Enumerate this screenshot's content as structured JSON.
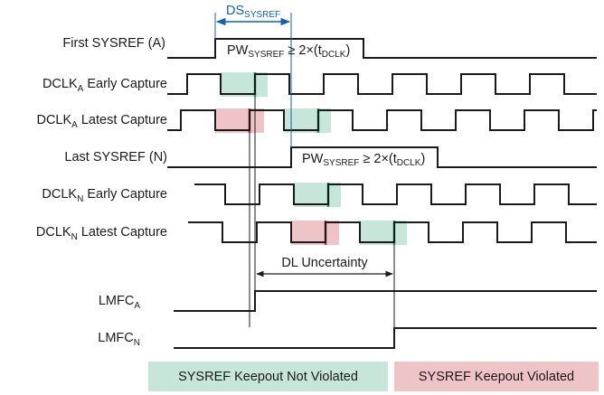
{
  "signals": [
    {
      "id": "sysref_a",
      "label": "First SYSREF (A)",
      "label_main": "First SYSREF (A)",
      "label_sub": "",
      "label_tail": ""
    },
    {
      "id": "dclka_early",
      "label": "DCLKA Early Capture",
      "label_main": "DCLK",
      "label_sub": "A",
      "label_tail": " Early Capture"
    },
    {
      "id": "dclka_latest",
      "label": "DCLKA Latest Capture",
      "label_main": "DCLK",
      "label_sub": "A",
      "label_tail": " Latest Capture"
    },
    {
      "id": "sysref_n",
      "label": "Last SYSREF (N)",
      "label_main": "Last SYSREF (N)",
      "label_sub": "",
      "label_tail": ""
    },
    {
      "id": "dclkn_early",
      "label": "DCLKN Early Capture",
      "label_main": "DCLK",
      "label_sub": "N",
      "label_tail": " Early Capture"
    },
    {
      "id": "dclkn_latest",
      "label": "DCLKN Latest Capture",
      "label_main": "DCLK",
      "label_sub": "N",
      "label_tail": " Latest Capture"
    },
    {
      "id": "lmfca",
      "label": "LMFCA",
      "label_main": "LMFC",
      "label_sub": "A",
      "label_tail": ""
    },
    {
      "id": "lmfcn",
      "label": "LMFCN",
      "label_main": "LMFC",
      "label_sub": "N",
      "label_tail": ""
    }
  ],
  "annotations": {
    "ds": {
      "main": "DS",
      "sub": "SYSREF"
    },
    "pw": {
      "main": "PW",
      "sub": "SYSREF",
      "mid": " ≥ 2×(t",
      "sub2": "DCLK",
      "tail": ")"
    },
    "dl_uncertainty": "DL Uncertainty"
  },
  "legend": {
    "ok": {
      "text": "SYSREF Keepout Not Violated",
      "color": "#c5e6d8"
    },
    "bad": {
      "text": "SYSREF Keepout Violated",
      "color": "#efc4c6"
    }
  },
  "colors": {
    "wave": "#1a1a1a",
    "ds_blue": "#1560a8",
    "green_fill": "#c5e6d8",
    "green_edge": "#179a68",
    "red_fill": "#efc4c6",
    "red_edge": "#c2243a"
  }
}
